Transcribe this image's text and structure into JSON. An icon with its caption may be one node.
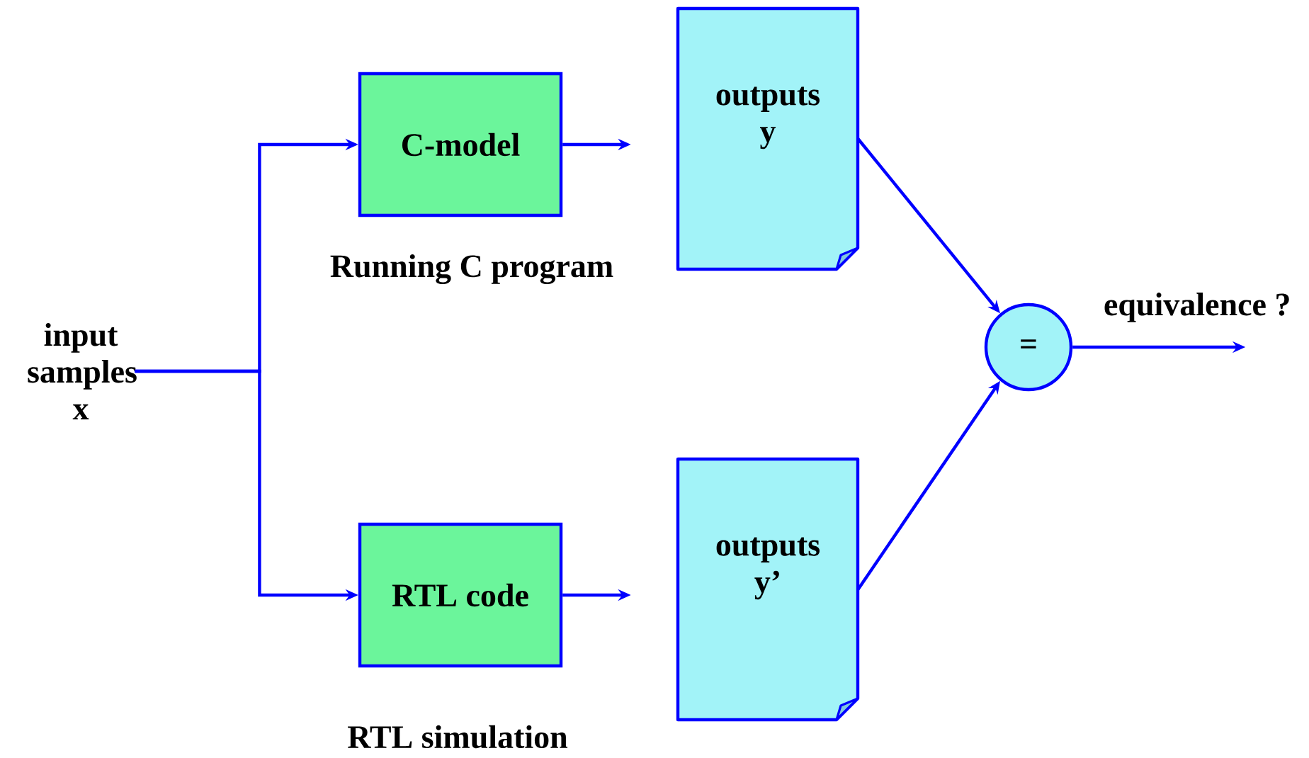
{
  "diagram": {
    "nodes": [
      {
        "text": [
          "input samples x"
        ]
      },
      {
        "text": [
          "C-model"
        ],
        "beside": [
          "Running C program"
        ]
      },
      {
        "text": [
          "RTL code"
        ],
        "beside": [
          "RTL simulation"
        ]
      },
      {
        "text": [
          "outputs y"
        ]
      },
      {
        "text": [
          "outputs y’"
        ]
      },
      {
        "text": [
          "="
        ]
      }
    ],
    "edges": [
      {
        "from": 0,
        "to": 1,
        "arrow": "to"
      },
      {
        "from": 0,
        "to": 2,
        "arrow": "to"
      },
      {
        "from": 1,
        "to": 3,
        "arrow": "to"
      },
      {
        "from": 2,
        "to": 4,
        "arrow": "to"
      },
      {
        "from": 3,
        "to": 5,
        "arrow": "to"
      },
      {
        "from": 4,
        "to": 5,
        "arrow": "to"
      },
      {
        "from": 5,
        "to": null,
        "label": "equivalence ?",
        "arrow": "to"
      }
    ]
  }
}
